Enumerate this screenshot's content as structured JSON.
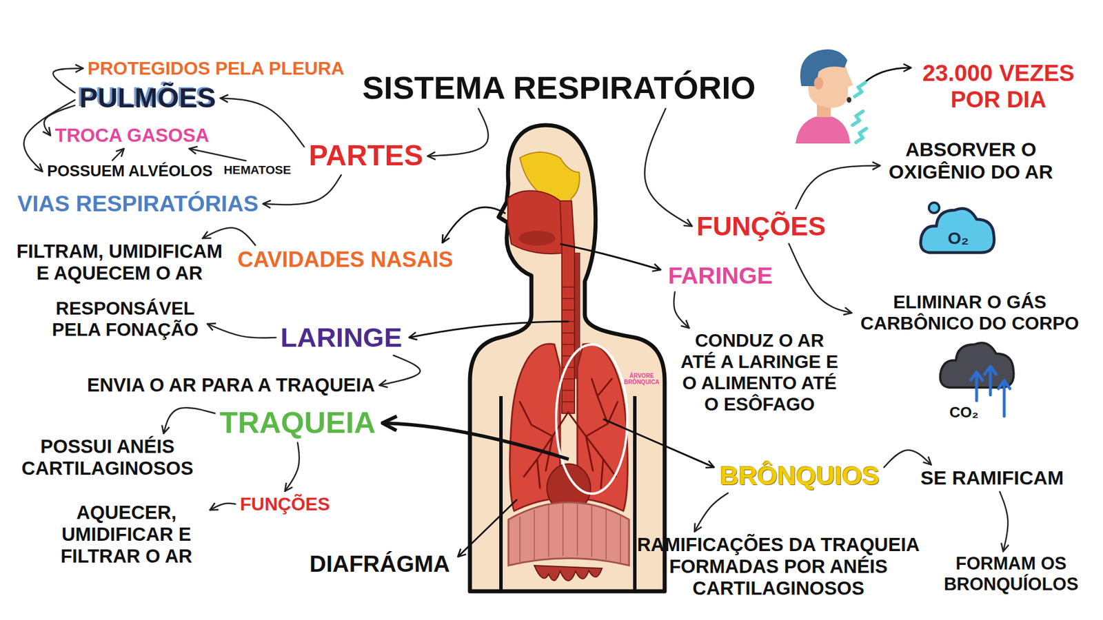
{
  "diagram": {
    "nodes": [
      {
        "text": [
          "SISTEMA RESPIRATÓRIO"
        ]
      },
      {
        "text": [
          "PARTES"
        ]
      },
      {
        "text": [
          "FUNÇÕES"
        ]
      },
      {
        "text": [
          "PULMÕES"
        ]
      },
      {
        "text": [
          "PROTEGIDOS PELA PLEURA"
        ]
      },
      {
        "text": [
          "TROCA GASOSA"
        ]
      },
      {
        "text": [
          "POSSUEM ALVÉOLOS"
        ]
      },
      {
        "text": [
          "HEMATOSE"
        ]
      },
      {
        "text": [
          "VIAS RESPIRATÓRIAS"
        ]
      },
      {
        "text": [
          "CAVIDADES NASAIS"
        ]
      },
      {
        "text": [
          "FILTRAM, UMIDIFICAM E AQUECEM O AR"
        ]
      },
      {
        "text": [
          "FARINGE"
        ]
      },
      {
        "text": [
          "CONDUZ O AR ATÉ A LARINGE E O ALIMENTO ATÉ O ESÔFAGO"
        ]
      },
      {
        "text": [
          "LARINGE"
        ]
      },
      {
        "text": [
          "RESPONSÁVEL PELA FONAÇÃO"
        ]
      },
      {
        "text": [
          "ENVIA O AR PARA A TRAQUEIA"
        ]
      },
      {
        "text": [
          "TRAQUEIA"
        ]
      },
      {
        "text": [
          "POSSUI ANÉIS CARTILAGINOSOS"
        ]
      },
      {
        "text": [
          "FUNÇÕES"
        ]
      },
      {
        "text": [
          "AQUECER, UMIDIFICAR E FILTRAR O AR"
        ]
      },
      {
        "text": [
          "BRÔNQUIOS"
        ]
      },
      {
        "text": [
          "SE RAMIFICAM"
        ]
      },
      {
        "text": [
          "FORMAM OS BRONQUÍOLOS"
        ]
      },
      {
        "text": [
          "RAMIFICAÇÕES DA TRAQUEIA FORMADAS POR ANÉIS CARTILAGINOSOS"
        ]
      },
      {
        "text": [
          "DIAFRÁGMA"
        ]
      },
      {
        "text": [
          "23.000 VEZES POR DIA"
        ]
      },
      {
        "text": [
          "ABSORVER O OXIGÊNIO DO AR"
        ]
      },
      {
        "text": [
          "ELIMINAR O GÁS CARBÔNICO DO CORPO"
        ]
      }
    ],
    "edges": [
      {
        "from": 0,
        "to": 1,
        "arrow": "to"
      },
      {
        "from": 0,
        "to": 2,
        "arrow": "to"
      },
      {
        "from": 1,
        "to": 3,
        "arrow": "to"
      },
      {
        "from": 1,
        "to": 8,
        "arrow": "to"
      },
      {
        "from": 3,
        "to": 4,
        "arrow": "to"
      },
      {
        "from": 3,
        "to": 5,
        "arrow": "to"
      },
      {
        "from": 3,
        "to": 6,
        "arrow": "to"
      },
      {
        "from": 6,
        "to": 5,
        "arrow": "to"
      },
      {
        "from": 7,
        "to": 5,
        "arrow": "to"
      },
      {
        "from": 9,
        "to": 10,
        "arrow": "to"
      },
      {
        "from": 11,
        "to": 12,
        "arrow": "to"
      },
      {
        "from": 13,
        "to": 14,
        "arrow": "to"
      },
      {
        "from": 13,
        "to": 15,
        "arrow": "to"
      },
      {
        "from": 16,
        "to": 17,
        "arrow": "to"
      },
      {
        "from": 16,
        "to": 18,
        "arrow": "to"
      },
      {
        "from": 18,
        "to": 19,
        "arrow": "to"
      },
      {
        "from": 20,
        "to": 21,
        "arrow": "to"
      },
      {
        "from": 21,
        "to": 22,
        "arrow": "to"
      },
      {
        "from": 20,
        "to": 23,
        "arrow": "to"
      },
      {
        "from": 2,
        "to": 26,
        "arrow": "to"
      },
      {
        "from": 2,
        "to": 27,
        "arrow": "to"
      }
    ],
    "labels": [
      "ÁRVORE BRÔNQUICA",
      "O₂",
      "CO₂"
    ]
  }
}
